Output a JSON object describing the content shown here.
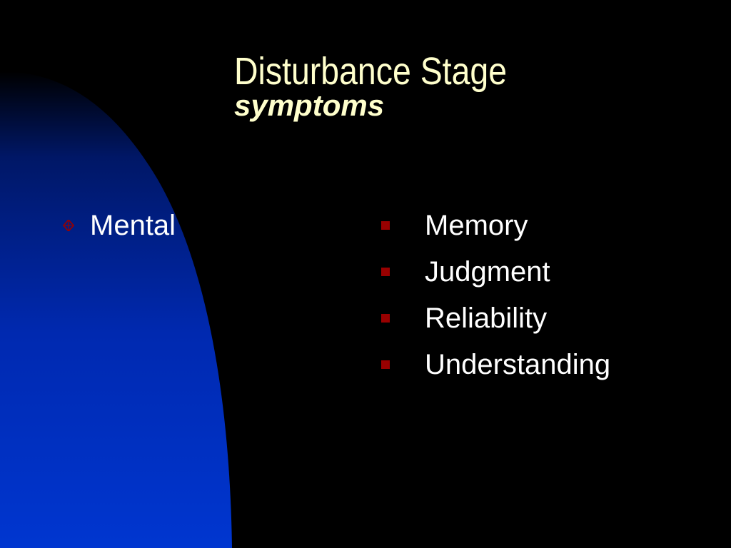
{
  "slide": {
    "title": "Disturbance Stage",
    "subtitle": "symptoms",
    "left_bullet": {
      "label": "Mental",
      "icon": "diamond-bullet-icon"
    },
    "right_bullets": [
      {
        "label": "Memory",
        "icon": "square-bullet-icon"
      },
      {
        "label": "Judgment",
        "icon": "square-bullet-icon"
      },
      {
        "label": "Reliability",
        "icon": "square-bullet-icon"
      },
      {
        "label": "Understanding",
        "icon": "square-bullet-icon"
      }
    ]
  },
  "colors": {
    "background": "#000000",
    "title_text": "#FFFFCC",
    "body_text": "#FFFFFF",
    "bullet": "#990000",
    "backdrop_dark": "#000000",
    "backdrop_light": "#0033CC"
  }
}
